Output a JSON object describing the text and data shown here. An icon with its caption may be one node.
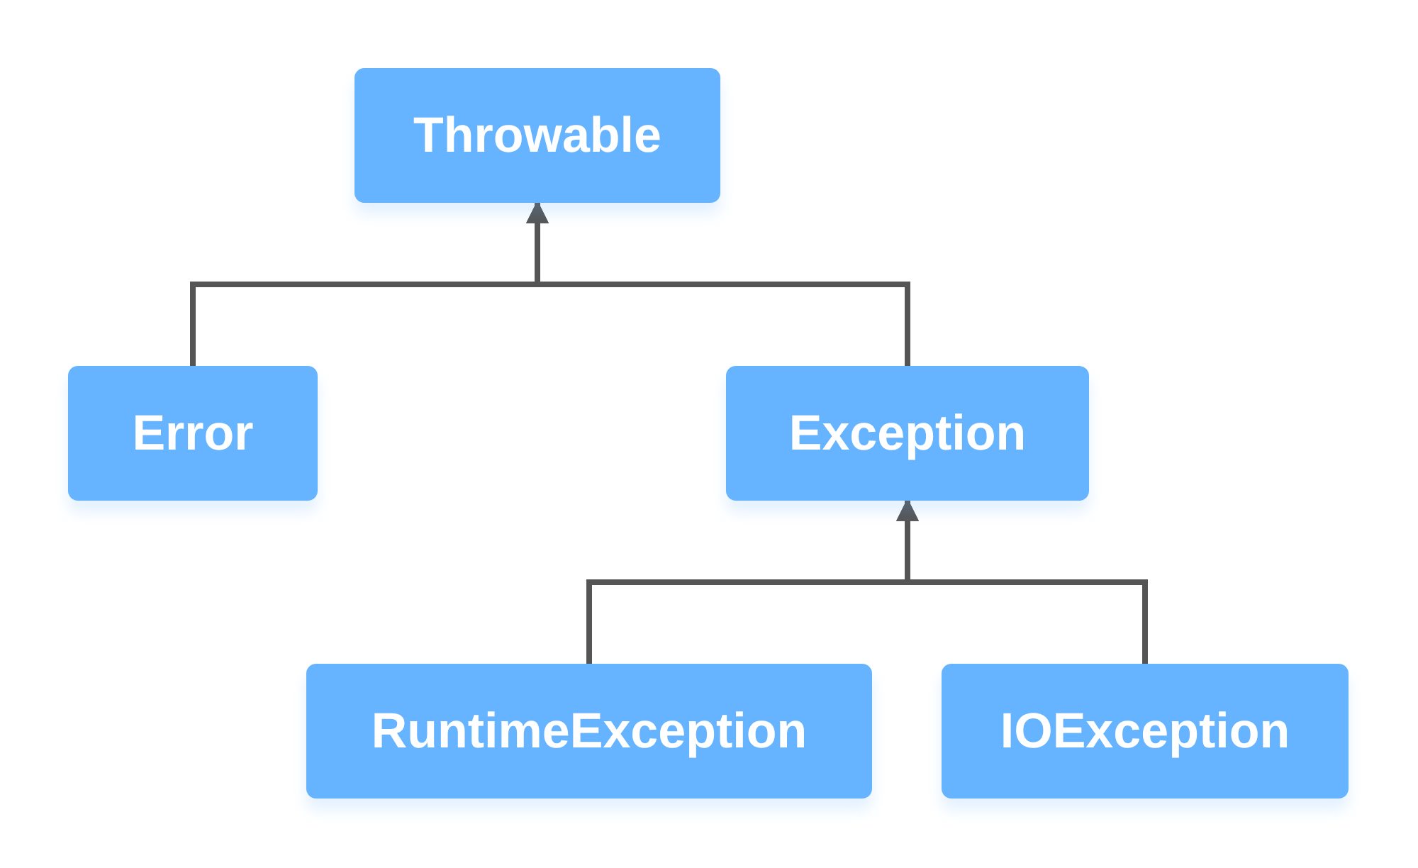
{
  "diagram": {
    "nodes": [
      {
        "text": [
          "Throwable"
        ]
      },
      {
        "text": [
          "Error"
        ]
      },
      {
        "text": [
          "Exception"
        ]
      },
      {
        "text": [
          "RuntimeException"
        ]
      },
      {
        "text": [
          "IOException"
        ]
      }
    ],
    "edges": [
      {
        "from": 1,
        "to": 0,
        "arrow": "to"
      },
      {
        "from": 2,
        "to": 0,
        "arrow": "to"
      },
      {
        "from": 3,
        "to": 2,
        "arrow": "to"
      },
      {
        "from": 4,
        "to": 2,
        "arrow": "to"
      }
    ]
  }
}
